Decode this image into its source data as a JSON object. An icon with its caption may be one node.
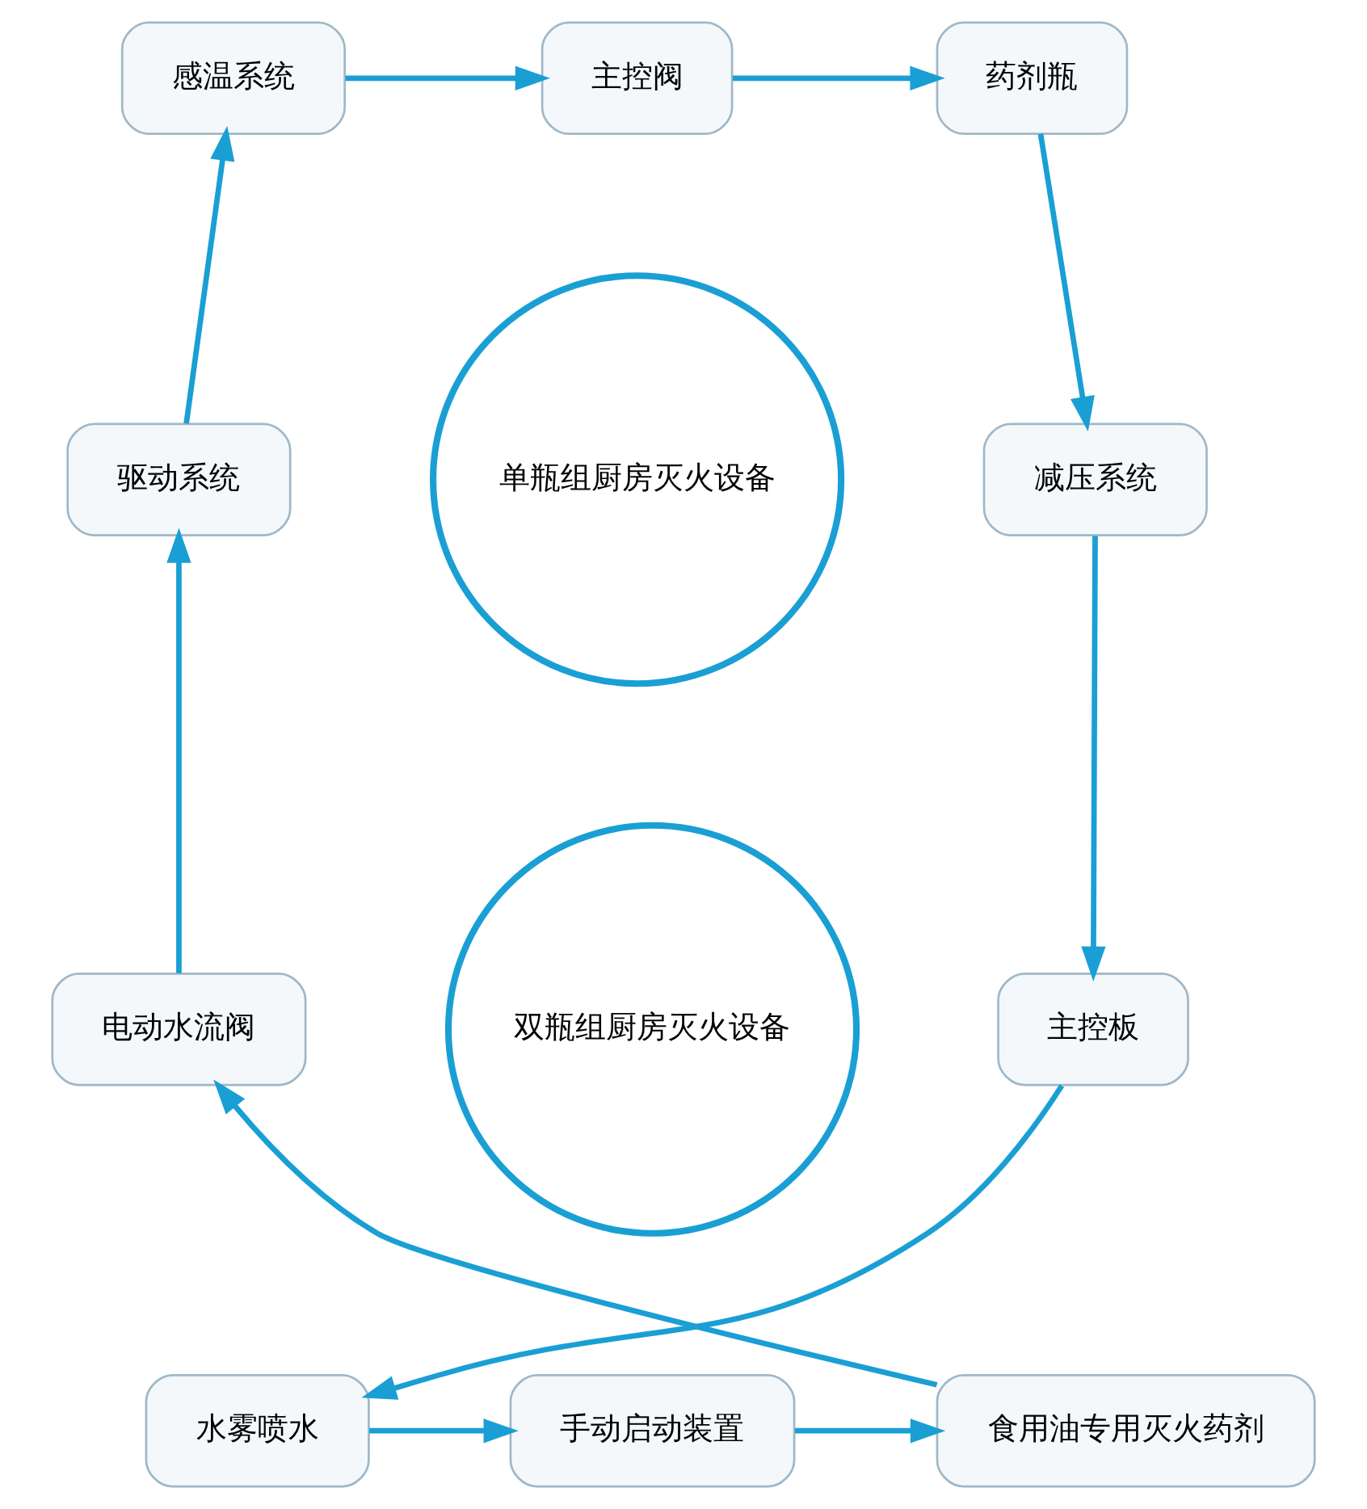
{
  "diagram": {
    "nodes": [
      {
        "text": [
          "感温系统"
        ]
      },
      {
        "text": [
          "主控阀"
        ]
      },
      {
        "text": [
          "药剂瓶"
        ]
      },
      {
        "text": [
          "减压系统"
        ]
      },
      {
        "text": [
          "主控板"
        ]
      },
      {
        "text": [
          "水雾喷水"
        ]
      },
      {
        "text": [
          "手动启动装置"
        ]
      },
      {
        "text": [
          "食用油专用灭火药剂"
        ]
      },
      {
        "text": [
          "电动水流阀"
        ]
      },
      {
        "text": [
          "驱动系统"
        ]
      },
      {
        "text": [
          "单瓶组厨房灭火设备"
        ]
      },
      {
        "text": [
          "双瓶组厨房灭火设备"
        ]
      }
    ],
    "edges": [
      {
        "from": 0,
        "to": 1,
        "arrow": "to"
      },
      {
        "from": 1,
        "to": 2,
        "arrow": "to"
      },
      {
        "from": 2,
        "to": 3,
        "arrow": "to"
      },
      {
        "from": 3,
        "to": 4,
        "arrow": "to"
      },
      {
        "from": 4,
        "to": 5,
        "arrow": "to"
      },
      {
        "from": 5,
        "to": 6,
        "arrow": "to"
      },
      {
        "from": 6,
        "to": 7,
        "arrow": "to"
      },
      {
        "from": 7,
        "to": 8,
        "arrow": "to"
      },
      {
        "from": 8,
        "to": 9,
        "arrow": "to"
      },
      {
        "from": 9,
        "to": 0,
        "arrow": "to"
      }
    ]
  }
}
